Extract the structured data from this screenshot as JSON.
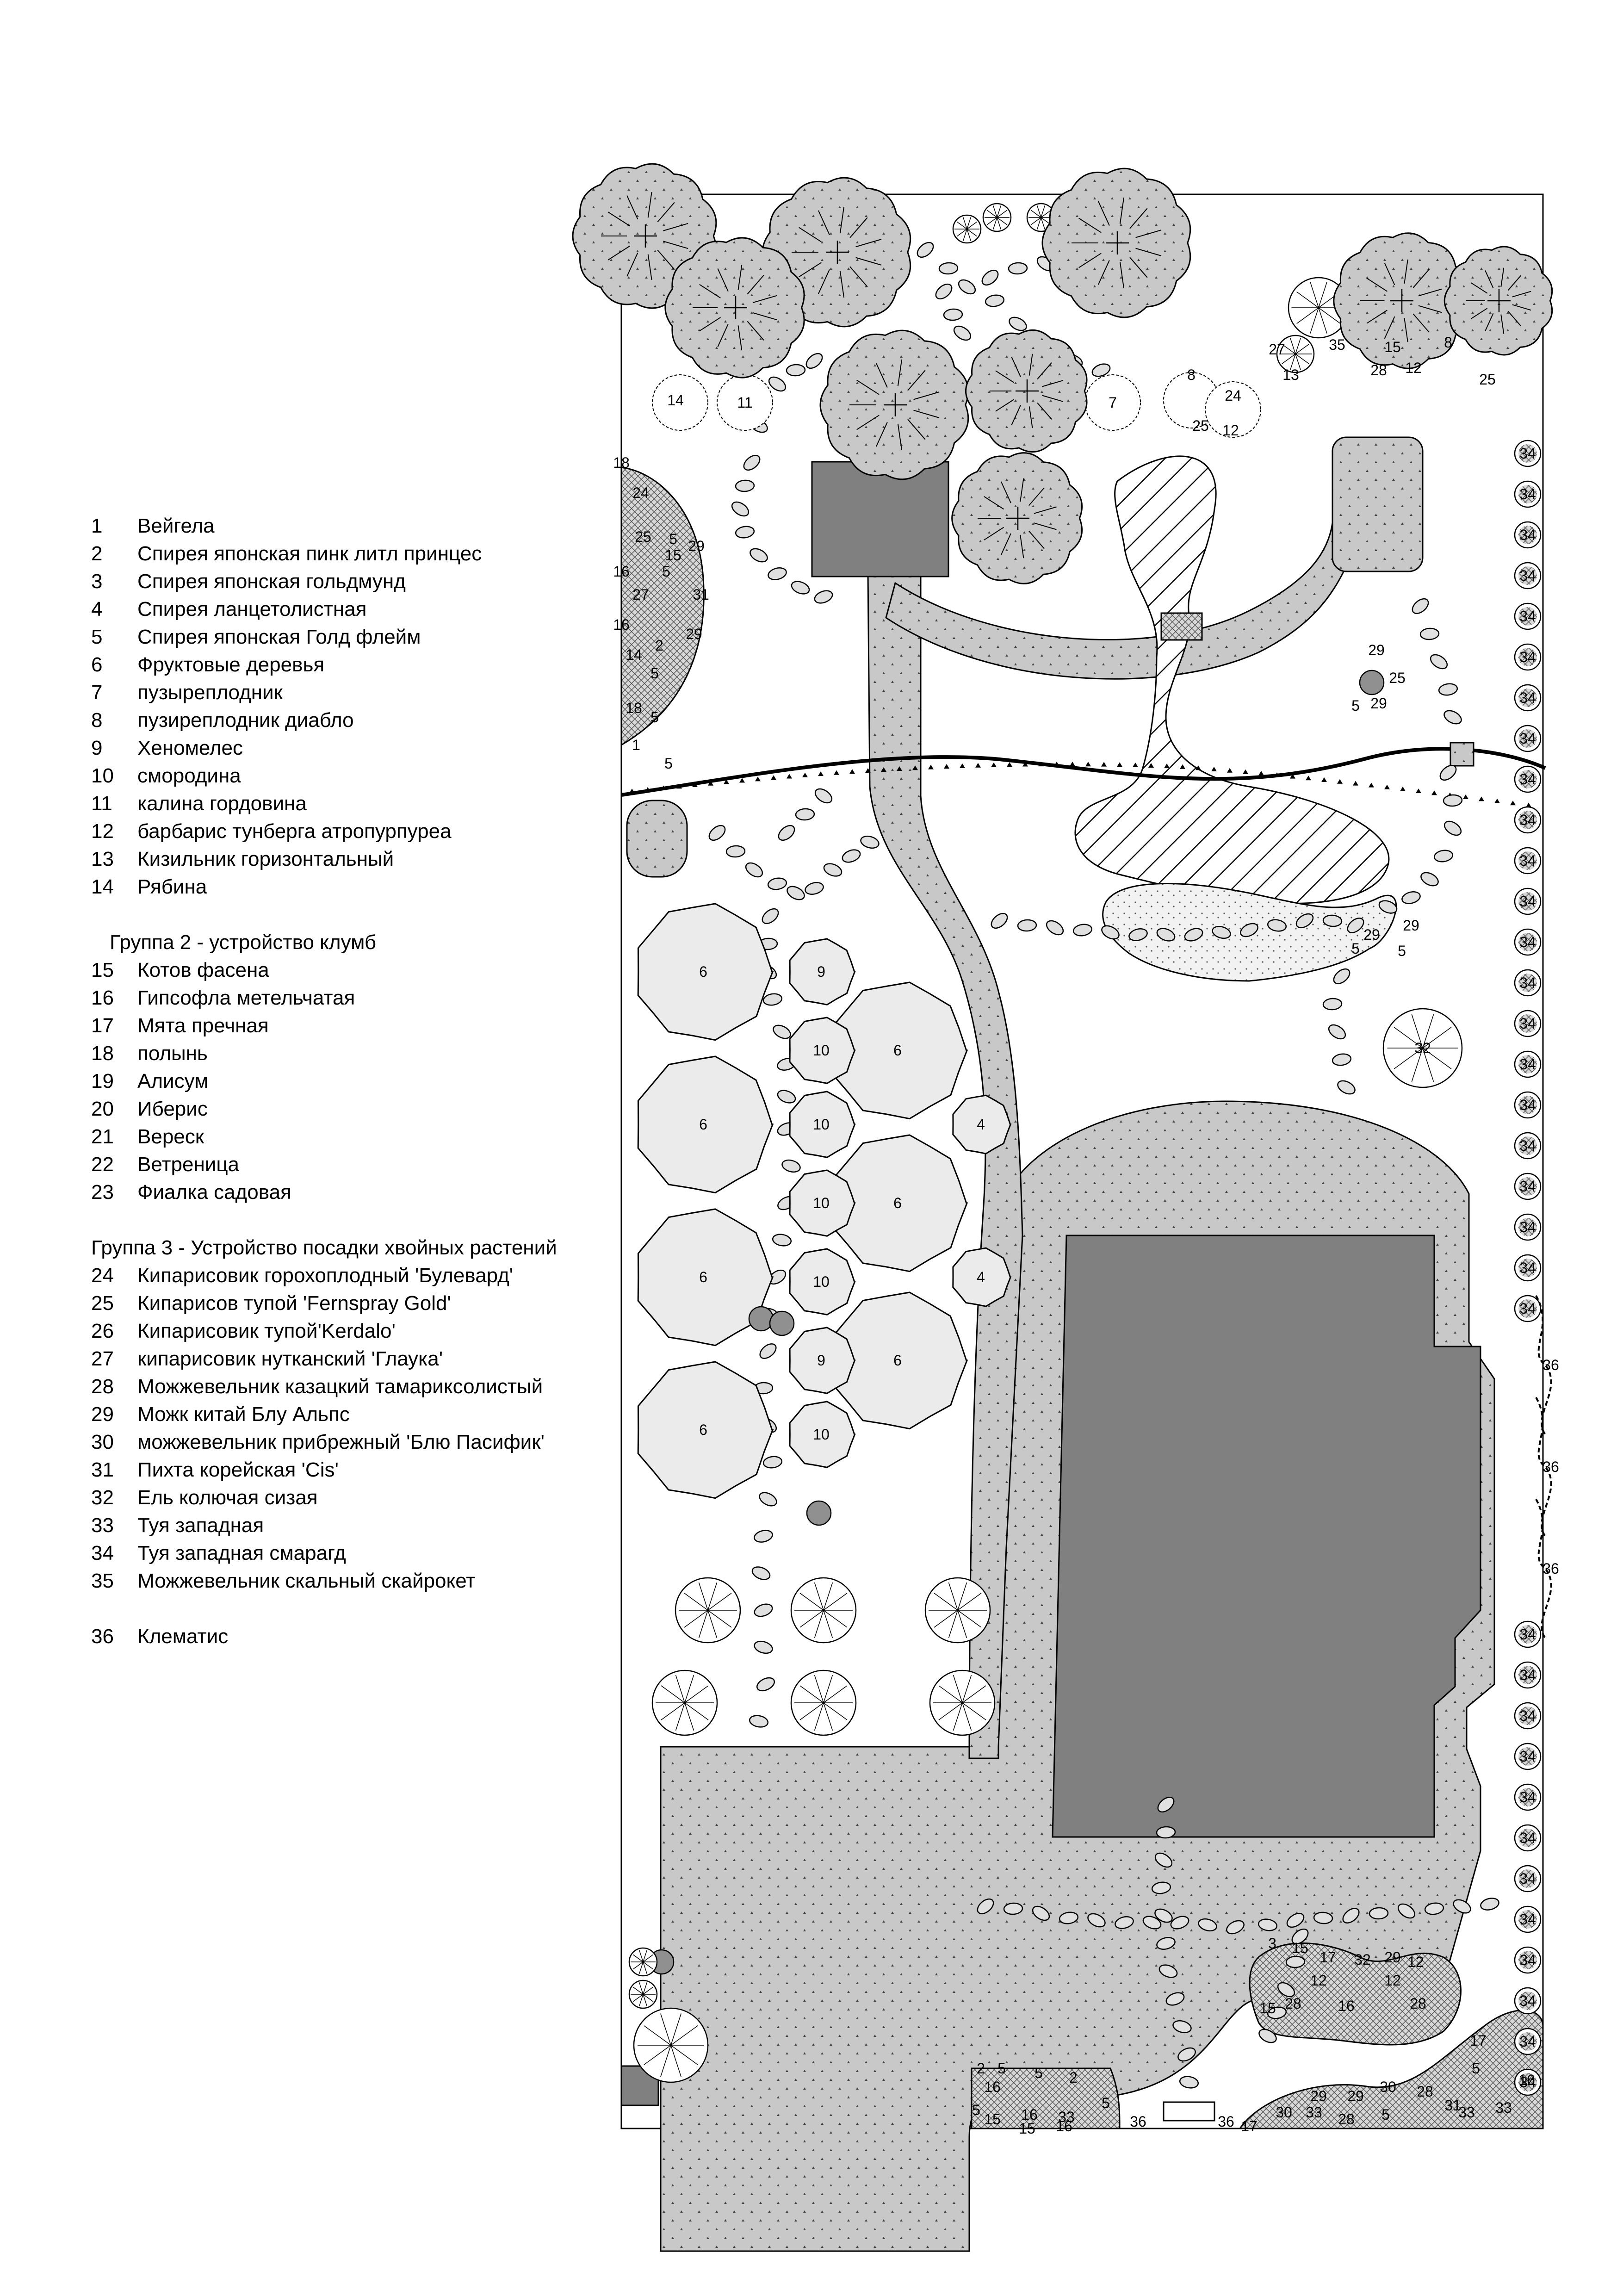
{
  "legend": {
    "items_a": [
      {
        "num": "1",
        "name": "Вейгела"
      },
      {
        "num": "2",
        "name": "Спирея японская пинк литл принцес"
      },
      {
        "num": "3",
        "name": "Спирея японская гольдмунд"
      },
      {
        "num": "4",
        "name": "Спирея ланцетолистная"
      },
      {
        "num": "5",
        "name": "Спирея японская Голд флейм"
      },
      {
        "num": "6",
        "name": "Фруктовые деревья"
      },
      {
        "num": "7",
        "name": "пузыреплодник"
      },
      {
        "num": "8",
        "name": "пузиреплодник диабло"
      },
      {
        "num": "9",
        "name": "Хеномелес"
      },
      {
        "num": "10",
        "name": "смородина"
      },
      {
        "num": "11",
        "name": "калина гордовина"
      },
      {
        "num": "12",
        "name": "барбарис тунберга атропурпуреа"
      },
      {
        "num": "13",
        "name": "Кизильник горизонтальный"
      },
      {
        "num": "14",
        "name": "Рябина"
      }
    ],
    "group2_title": "Группа 2 -  устройство клумб",
    "items_b": [
      {
        "num": "15",
        "name": "Котов фасена"
      },
      {
        "num": "16",
        "name": "Гипсофла метельчатая"
      },
      {
        "num": "17",
        "name": "Мята пречная"
      },
      {
        "num": "18",
        "name": "полынь"
      },
      {
        "num": "19",
        "name": "Алисум"
      },
      {
        "num": "20",
        "name": "Иберис"
      },
      {
        "num": "21",
        "name": "Вереск"
      },
      {
        "num": "22",
        "name": "Ветреница"
      },
      {
        "num": "23",
        "name": "Фиалка садовая"
      }
    ],
    "group3_title": "Группа 3 - Устройство посадки хвойных растений",
    "items_c": [
      {
        "num": "24",
        "name": "Кипарисовик горохоплодный 'Булевард'"
      },
      {
        "num": "25",
        "name": "Кипарисов тупой 'Fernspray Gold'"
      },
      {
        "num": "26",
        "name": "Кипарисовик тупой'Kerdalo'"
      },
      {
        "num": "27",
        "name": "кипарисовик нутканский 'Глаука'"
      },
      {
        "num": "28",
        "name": "Можжевельник казацкий тамариксолистый"
      },
      {
        "num": "29",
        "name": "Можк китай Блу Альпс"
      },
      {
        "num": "30",
        "name": "можжевельник прибрежный 'Блю Пасифик'"
      },
      {
        "num": "31",
        "name": "Пихта корейская 'Cis'"
      },
      {
        "num": "32",
        "name": "Ель колючая сизая"
      },
      {
        "num": "33",
        "name": "Туя западная"
      },
      {
        "num": "34",
        "name": "Туя западная смарагд"
      },
      {
        "num": "35",
        "name": "Можжевельник скальный скайрокет"
      }
    ],
    "items_d": [
      {
        "num": "36",
        "name": "Клематис"
      }
    ]
  },
  "plan": {
    "orchard_labels": [
      "6",
      "6",
      "6",
      "6",
      "6",
      "6",
      "6",
      "9",
      "9",
      "10",
      "10",
      "10",
      "10",
      "10",
      "4",
      "4"
    ],
    "top_labels": [
      "14",
      "11",
      "7",
      "8",
      "24",
      "27",
      "25",
      "12",
      "13",
      "35",
      "15",
      "12",
      "28",
      "8",
      "25"
    ],
    "left_bed_labels": [
      "18",
      "24",
      "25",
      "5",
      "29",
      "15",
      "16",
      "5",
      "27",
      "31",
      "16",
      "2",
      "29",
      "14",
      "5",
      "18",
      "5",
      "1",
      "5"
    ],
    "right_labels": [
      "29",
      "25",
      "29",
      "5",
      "32",
      "29",
      "5",
      "29",
      "5"
    ],
    "hedge_label": "34",
    "clematis_label": "36",
    "bottom_bed_labels": [
      "3",
      "15",
      "17",
      "32",
      "29",
      "12",
      "12",
      "28",
      "16",
      "12",
      "28",
      "15"
    ],
    "bottom_row_labels": [
      "2",
      "5",
      "16",
      "5",
      "2",
      "5",
      "15",
      "16",
      "33",
      "5",
      "15",
      "16",
      "36",
      "36",
      "17",
      "30",
      "29",
      "29",
      "30",
      "33",
      "28",
      "5",
      "31",
      "33",
      "17",
      "16",
      "28",
      "5",
      "33"
    ],
    "colors": {
      "paving": "#c8c8c8",
      "building": "#808080",
      "tree_canopy": "#c8c8c8",
      "fruit_tree": "#ebebeb",
      "outline": "#000000"
    }
  }
}
